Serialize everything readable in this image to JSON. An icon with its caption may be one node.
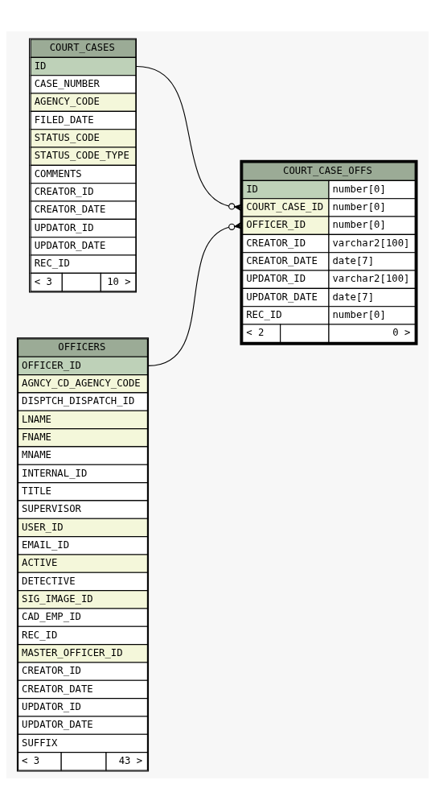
{
  "diagram": {
    "nodes": [
      {
        "text": [
          "COURT_CASES",
          "ID",
          "CASE_NUMBER",
          "AGENCY_CODE",
          "FILED_DATE",
          "STATUS_CODE",
          "STATUS_CODE_TYPE",
          "COMMENTS",
          "CREATOR_ID",
          "CREATOR_DATE",
          "UPDATOR_ID",
          "UPDATOR_DATE",
          "REC_ID",
          "< 3",
          "10 >"
        ]
      },
      {
        "text": [
          "COURT_CASE_OFFS",
          "ID",
          "number[0]",
          "COURT_CASE_ID",
          "number[0]",
          "OFFICER_ID",
          "number[0]",
          "CREATOR_ID",
          "varchar2[100]",
          "CREATOR_DATE",
          "date[7]",
          "UPDATOR_ID",
          "varchar2[100]",
          "UPDATOR_DATE",
          "date[7]",
          "REC_ID",
          "number[0]",
          "< 2",
          "0 >"
        ]
      },
      {
        "text": [
          "OFFICERS",
          "OFFICER_ID",
          "AGNCY_CD_AGENCY_CODE",
          "DISPTCH_DISPATCH_ID",
          "LNAME",
          "FNAME",
          "MNAME",
          "INTERNAL_ID",
          "TITLE",
          "SUPERVISOR",
          "USER_ID",
          "EMAIL_ID",
          "ACTIVE",
          "DETECTIVE",
          "SIG_IMAGE_ID",
          "CAD_EMP_ID",
          "REC_ID",
          "MASTER_OFFICER_ID",
          "CREATOR_ID",
          "CREATOR_DATE",
          "UPDATOR_ID",
          "UPDATOR_DATE",
          "SUFFIX",
          "< 3",
          "43 >"
        ]
      }
    ],
    "edges": [
      {
        "from": 0,
        "to": 1,
        "arrow": "other"
      },
      {
        "from": 2,
        "to": 1,
        "arrow": "other"
      }
    ]
  }
}
